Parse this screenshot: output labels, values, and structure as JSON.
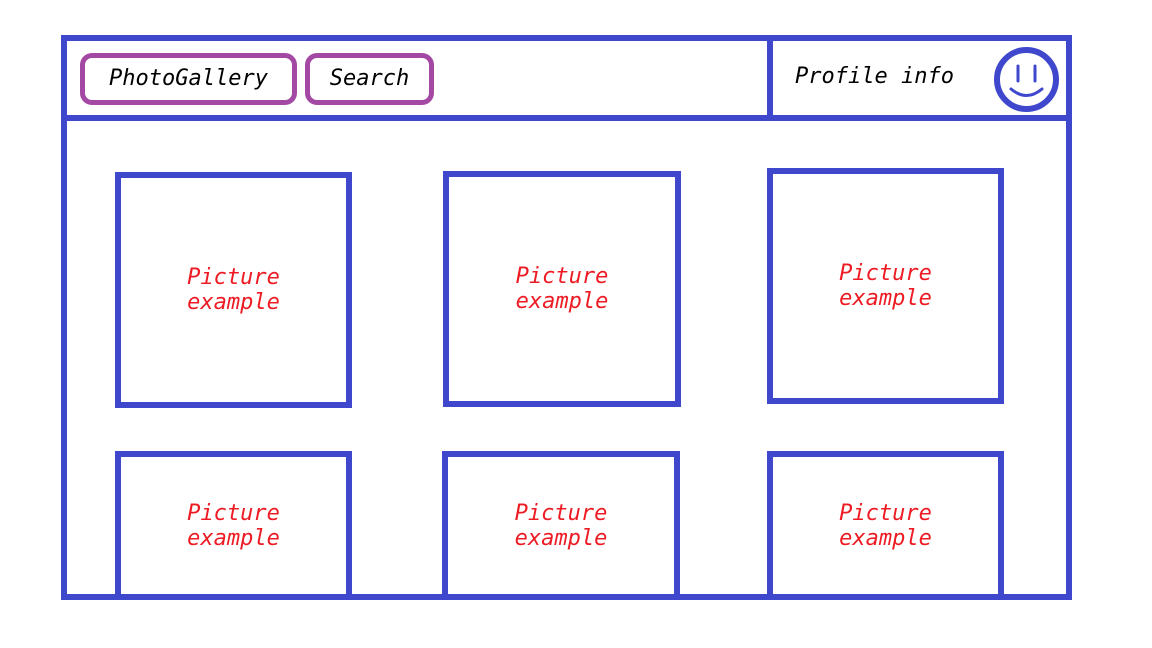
{
  "header": {
    "nav": [
      {
        "label": "PhotoGallery"
      },
      {
        "label": "Search"
      }
    ],
    "profile_label": "Profile info",
    "avatar_icon": "smiley-face-icon"
  },
  "gallery": {
    "items": [
      {
        "label": "Picture example"
      },
      {
        "label": "Picture example"
      },
      {
        "label": "Picture example"
      },
      {
        "label": "Picture example"
      },
      {
        "label": "Picture example"
      },
      {
        "label": "Picture example"
      }
    ]
  },
  "colors": {
    "frame": "#3f48cc",
    "nav_border": "#a349a4",
    "placeholder_text": "#ed1c24",
    "text": "#000000",
    "background": "#ffffff"
  }
}
